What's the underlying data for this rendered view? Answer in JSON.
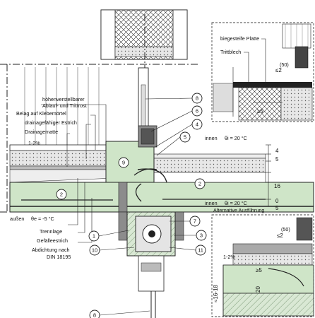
{
  "title_top": "Seitlicher Wandaufbau",
  "labels": {
    "hoehenverstellbarer_1": "höhenverstellbarer",
    "hoehenverstellbarer_2": "Ablauf- und Trittrost",
    "belag": "Belag auf Klebemörtel",
    "estrich": "drainagefähiger Estrich",
    "drainagematte": "Drainagematte",
    "slope": "1-2%",
    "innen1": "innen",
    "temp_in1": "θi = 20 °C",
    "innen2": "innen",
    "temp_in2": "θi = 20 °C",
    "aussen": "außen",
    "temp_out": "θe = -5 °C",
    "trennlage": "Trennlage",
    "gefaelle": "Gefälleestrich",
    "abdichtung1": "Abdichtung nach",
    "abdichtung2": "DIN 18195",
    "biegesteife": "biegesteife Platte",
    "trittblech": "Trittblech",
    "ge5": "≥5",
    "le2_50": "≤2",
    "sup50": "(50)",
    "alt_title": "Alternative Ausführung",
    "alt_slope": "1-2%",
    "alt_ge5": "≥5",
    "alt_le2_50": "≤2",
    "alt_sup50": "(50)",
    "dim_4": "4",
    "dim_5": "5",
    "dim_16": "16",
    "dim_0": "0",
    "dim_5b": "5",
    "alt_dim_1618": "≈16-18",
    "alt_dim_20": "20"
  },
  "callouts": [
    "8",
    "6",
    "4",
    "5",
    "9",
    "2",
    "2",
    "7",
    "3",
    "1",
    "10",
    "11",
    "8"
  ],
  "colors": {
    "insulation_green": "#cfe5c8",
    "concrete_hatch": "#7d9c78",
    "dark": "#222222",
    "grey_block": "#8c8c8c",
    "light_grey": "#d7d7d7"
  }
}
